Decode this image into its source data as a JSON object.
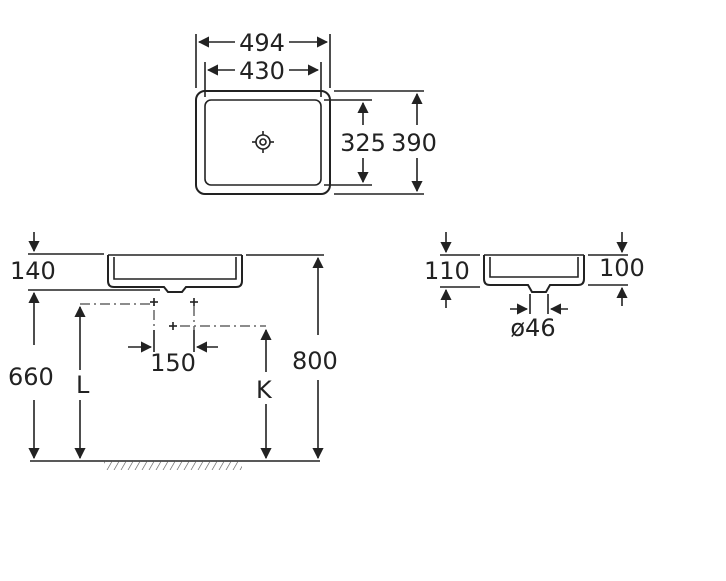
{
  "dimensions": {
    "top_outer_width": "494",
    "top_inner_width": "430",
    "top_inner_depth": "325",
    "top_outer_depth": "390",
    "front_rim_height": "140",
    "front_floor_to_base": "660",
    "front_total_height": "800",
    "front_outlet_spacing": "150",
    "front_label_l": "L",
    "front_label_k": "K",
    "side_outer_height": "110",
    "side_inner_height": "100",
    "side_drain_diameter": "ø46"
  },
  "colors": {
    "line": "#222222",
    "dash": "#666666",
    "background": "#ffffff"
  }
}
